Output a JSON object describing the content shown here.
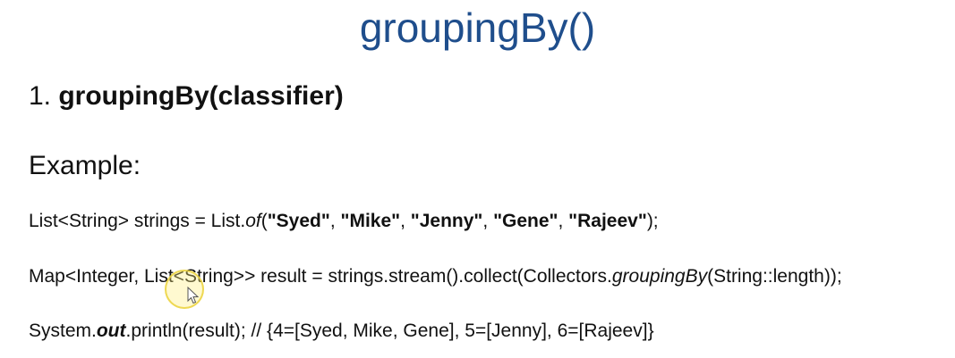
{
  "slide": {
    "title": "groupingBy()",
    "heading": {
      "number": "1. ",
      "text": "groupingBy(classifier)"
    },
    "example_label": "Example:"
  },
  "code": {
    "line1": {
      "p1": "List<String> strings = List.",
      "p2": "of",
      "p3": "(",
      "s1": "\"Syed\"",
      "c1": ", ",
      "s2": "\"Mike\"",
      "c2": ", ",
      "s3": "\"Jenny\"",
      "c3": ", ",
      "s4": "\"Gene\"",
      "c4": ", ",
      "s5": "\"Rajeev\"",
      "p4": ");"
    },
    "line2": {
      "p1": "Map<Integer, List<String>> result = strings.stream().collect(Collectors.",
      "p2": "groupingBy",
      "p3": "(String::length));"
    },
    "line3": {
      "p1": "System.",
      "p2": "out",
      "p3": ".println(result); // {4=[Syed, Mike, Gene], 5=[Jenny], 6=[Rajeev]}"
    }
  },
  "colors": {
    "title": "#1f4e8c",
    "text": "#111111",
    "cursor_highlight": "#f0d83c"
  },
  "icons": {
    "cursor": "mouse-pointer-icon"
  }
}
